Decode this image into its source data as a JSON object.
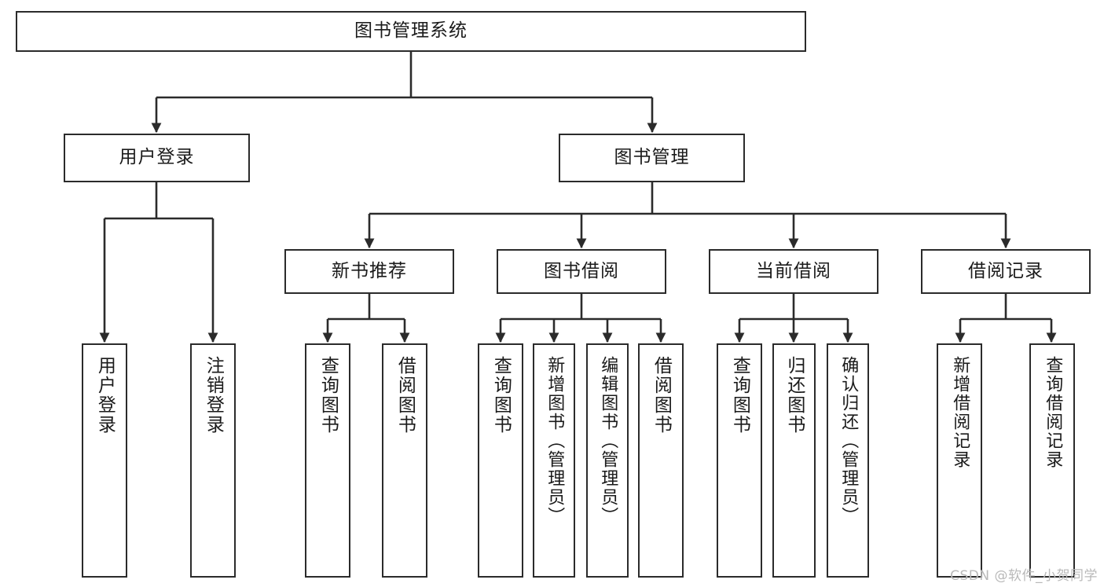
{
  "diagram": {
    "title": "图书管理系统",
    "type": "hierarchy-tree",
    "levels": 4,
    "colors": {
      "stroke": "#2b2b2b",
      "fill": "#ffffff",
      "text": "#1a1a1a",
      "watermark": "#b9b9b9"
    },
    "root": {
      "id": "root",
      "label": "图书管理系统",
      "orientation": "horizontal"
    },
    "level2": [
      {
        "id": "user-login",
        "label": "用户登录",
        "orientation": "horizontal"
      },
      {
        "id": "book-management",
        "label": "图书管理",
        "orientation": "horizontal"
      }
    ],
    "level3": [
      {
        "id": "new-book-recommend",
        "label": "新书推荐",
        "orientation": "horizontal",
        "parent": "book-management"
      },
      {
        "id": "book-borrow",
        "label": "图书借阅",
        "orientation": "horizontal",
        "parent": "book-management"
      },
      {
        "id": "current-borrow",
        "label": "当前借阅",
        "orientation": "horizontal",
        "parent": "book-management"
      },
      {
        "id": "borrow-records",
        "label": "借阅记录",
        "orientation": "horizontal",
        "parent": "book-management"
      }
    ],
    "leaves": [
      {
        "id": "leaf-user-login",
        "label": "用户登录",
        "parent": "user-login",
        "orientation": "vertical"
      },
      {
        "id": "leaf-logout",
        "label": "注销登录",
        "parent": "user-login",
        "orientation": "vertical"
      },
      {
        "id": "leaf-query-book-1",
        "label": "查询图书",
        "parent": "new-book-recommend",
        "orientation": "vertical"
      },
      {
        "id": "leaf-borrow-book-1",
        "label": "借阅图书",
        "parent": "new-book-recommend",
        "orientation": "vertical"
      },
      {
        "id": "leaf-query-book-2",
        "label": "查询图书",
        "parent": "book-borrow",
        "orientation": "vertical"
      },
      {
        "id": "leaf-add-book",
        "label": "新增图书（管理员）",
        "parent": "book-borrow",
        "orientation": "vertical"
      },
      {
        "id": "leaf-edit-book",
        "label": "编辑图书（管理员）",
        "parent": "book-borrow",
        "orientation": "vertical"
      },
      {
        "id": "leaf-borrow-book-2",
        "label": "借阅图书",
        "parent": "book-borrow",
        "orientation": "vertical"
      },
      {
        "id": "leaf-query-book-3",
        "label": "查询图书",
        "parent": "current-borrow",
        "orientation": "vertical"
      },
      {
        "id": "leaf-return-book",
        "label": "归还图书",
        "parent": "current-borrow",
        "orientation": "vertical"
      },
      {
        "id": "leaf-confirm-return",
        "label": "确认归还（管理员）",
        "parent": "current-borrow",
        "orientation": "vertical"
      },
      {
        "id": "leaf-add-record",
        "label": "新增借阅记录",
        "parent": "borrow-records",
        "orientation": "vertical"
      },
      {
        "id": "leaf-query-record",
        "label": "查询借阅记录",
        "parent": "borrow-records",
        "orientation": "vertical"
      }
    ]
  },
  "watermark": {
    "text": "CSDN @软件_小贺同学"
  }
}
